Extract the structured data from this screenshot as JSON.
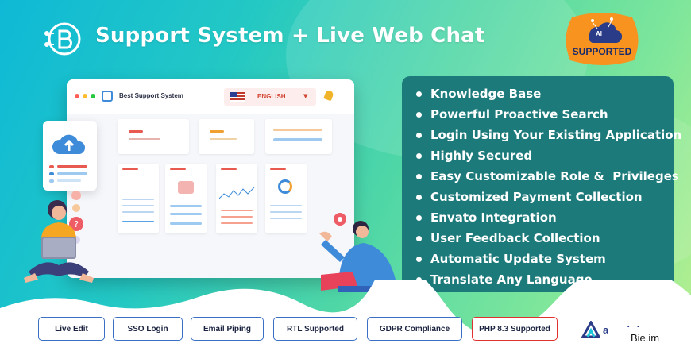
{
  "header": {
    "title": "Support System + Live Web Chat"
  },
  "ai_badge": {
    "label_small": "AI",
    "label": "SUPPORTED"
  },
  "mockup": {
    "brand": "Best Support System",
    "language": "ENGLISH"
  },
  "features": [
    "Knowledge Base",
    "Powerful Proactive Search",
    "Login Using Your Existing Application",
    "Highly Secured",
    "Easy Customizable Role &  Privileges",
    "Customized Payment Collection",
    "Envato Integration",
    "User Feedback Collection",
    "Automatic Update System",
    "Translate Any Language"
  ],
  "badges": [
    "Live Edit",
    "SSO Login",
    "Email Piping",
    "RTL Supported",
    "GDPR Compliance",
    "PHP 8.3 Supported"
  ],
  "vendor": "aposhd",
  "watermark": "Bie.im",
  "colors": {
    "panel": "#1d7a7b",
    "pill_border": "#3a6fc4",
    "pill_highlight": "#e0302f",
    "badge_orange": "#f7931e"
  }
}
